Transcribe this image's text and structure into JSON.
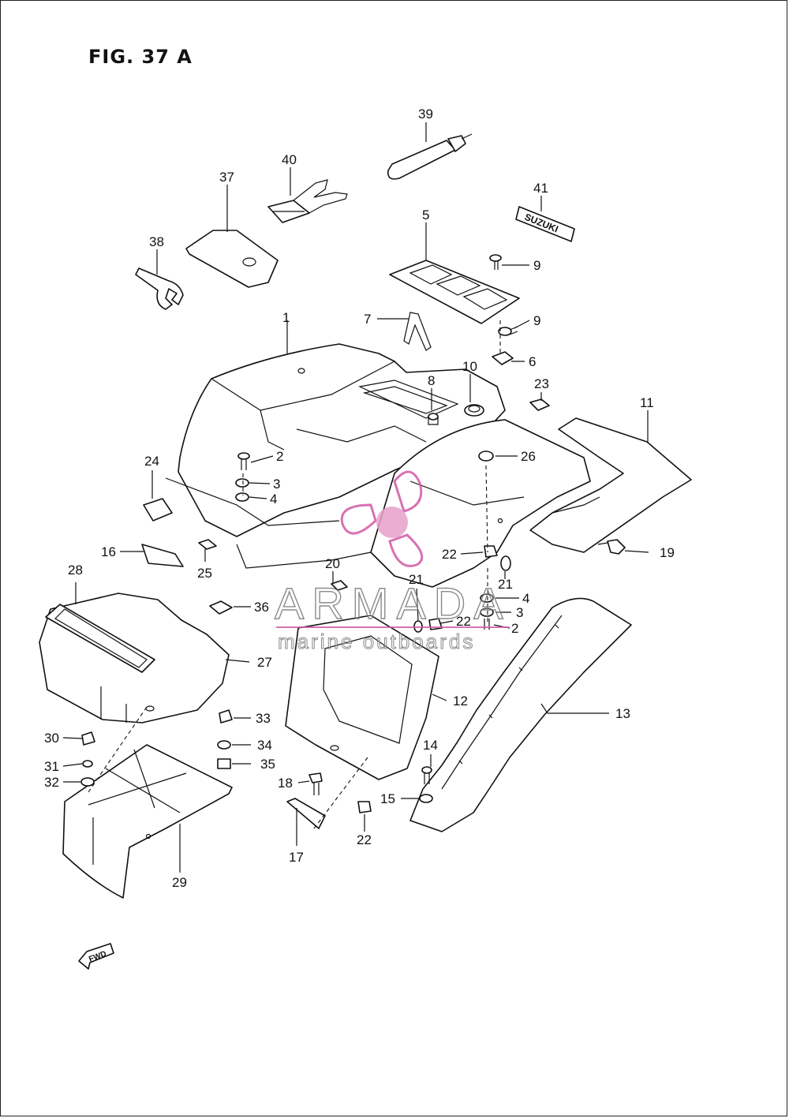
{
  "figure": {
    "title": "FIG. 37 A"
  },
  "callouts": [
    {
      "id": "c1",
      "label": "1"
    },
    {
      "id": "c2a",
      "label": "2"
    },
    {
      "id": "c2b",
      "label": "2"
    },
    {
      "id": "c3a",
      "label": "3"
    },
    {
      "id": "c3b",
      "label": "3"
    },
    {
      "id": "c4a",
      "label": "4"
    },
    {
      "id": "c4b",
      "label": "4"
    },
    {
      "id": "c5",
      "label": "5"
    },
    {
      "id": "c6",
      "label": "6"
    },
    {
      "id": "c7",
      "label": "7"
    },
    {
      "id": "c8",
      "label": "8"
    },
    {
      "id": "c9a",
      "label": "9"
    },
    {
      "id": "c9b",
      "label": "9"
    },
    {
      "id": "c10",
      "label": "10"
    },
    {
      "id": "c11",
      "label": "11"
    },
    {
      "id": "c12",
      "label": "12"
    },
    {
      "id": "c13",
      "label": "13"
    },
    {
      "id": "c14",
      "label": "14"
    },
    {
      "id": "c15",
      "label": "15"
    },
    {
      "id": "c16",
      "label": "16"
    },
    {
      "id": "c17",
      "label": "17"
    },
    {
      "id": "c18",
      "label": "18"
    },
    {
      "id": "c19",
      "label": "19"
    },
    {
      "id": "c20",
      "label": "20"
    },
    {
      "id": "c21a",
      "label": "21"
    },
    {
      "id": "c21b",
      "label": "21"
    },
    {
      "id": "c22a",
      "label": "22"
    },
    {
      "id": "c22b",
      "label": "22"
    },
    {
      "id": "c22c",
      "label": "22"
    },
    {
      "id": "c23",
      "label": "23"
    },
    {
      "id": "c24",
      "label": "24"
    },
    {
      "id": "c25",
      "label": "25"
    },
    {
      "id": "c26",
      "label": "26"
    },
    {
      "id": "c27",
      "label": "27"
    },
    {
      "id": "c28",
      "label": "28"
    },
    {
      "id": "c29",
      "label": "29"
    },
    {
      "id": "c30",
      "label": "30"
    },
    {
      "id": "c31",
      "label": "31"
    },
    {
      "id": "c32",
      "label": "32"
    },
    {
      "id": "c33",
      "label": "33"
    },
    {
      "id": "c34",
      "label": "34"
    },
    {
      "id": "c35",
      "label": "35"
    },
    {
      "id": "c36",
      "label": "36"
    },
    {
      "id": "c37",
      "label": "37"
    },
    {
      "id": "c38",
      "label": "38"
    },
    {
      "id": "c39",
      "label": "39"
    },
    {
      "id": "c40",
      "label": "40"
    },
    {
      "id": "c41",
      "label": "41"
    }
  ],
  "emblem_text": "SUZUKI",
  "fwd_label": "FWD",
  "watermark": {
    "brand": "ARMADA",
    "tagline": "marine outboards",
    "color": "#d25aa6",
    "accent": "#e8a0cc"
  }
}
